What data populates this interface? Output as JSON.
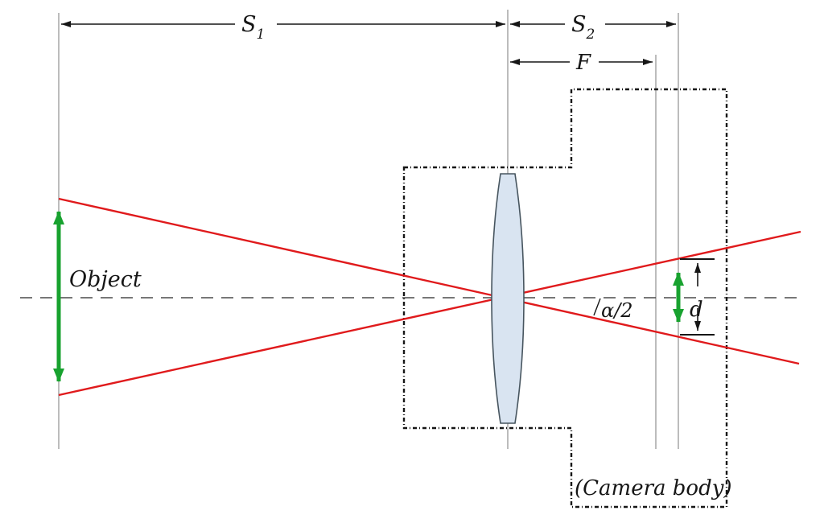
{
  "diagram": {
    "title": "Camera lens imaging diagram",
    "labels": {
      "s1_base": "S",
      "s1_sub": "1",
      "s2_base": "S",
      "s2_sub": "2",
      "focal_length": "F",
      "object": "Object",
      "half_angle": "α/2",
      "image_size": "d",
      "camera_body": "(Camera body)"
    },
    "colors": {
      "ray": "#e01a1c",
      "object_arrow": "#18a22f",
      "lens_fill": "#d9e4f1",
      "lens_stroke": "#47555f",
      "guide_line": "#8f8f8f",
      "axis": "#4a4a4a",
      "ink": "#161616",
      "background": "#ffffff"
    }
  }
}
